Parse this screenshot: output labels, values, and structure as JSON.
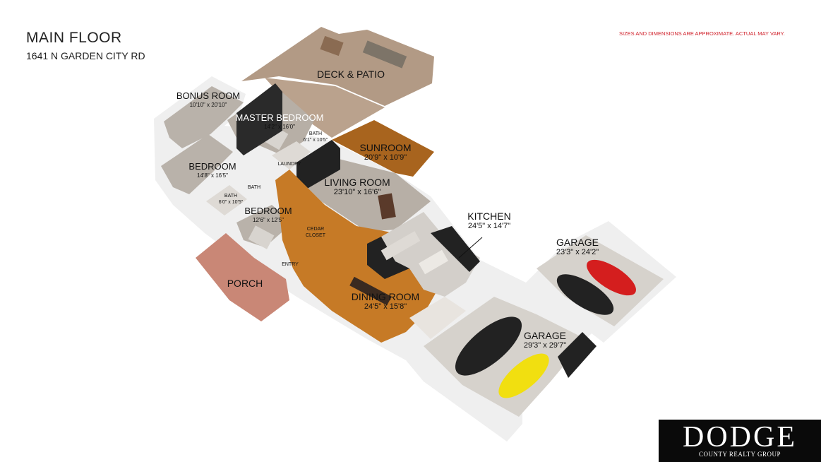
{
  "header": {
    "title": "MAIN FLOOR",
    "address": "1641 N GARDEN CITY RD",
    "disclaimer": "SIZES AND DIMENSIONS ARE APPROXIMATE. ACTUAL MAY VARY."
  },
  "rooms": {
    "deck_patio": {
      "name": "DECK & PATIO"
    },
    "bonus_room": {
      "name": "BONUS ROOM",
      "dims": "10'10\" x 20'10\""
    },
    "master_bedroom": {
      "name": "MASTER BEDROOM",
      "dims": "14'2\" x 16'0\""
    },
    "master_bath": {
      "name": "BATH",
      "dims": "6'1\" x 10'5\""
    },
    "laundry": {
      "name": "LAUNDRY"
    },
    "sunroom": {
      "name": "SUNROOM",
      "dims": "20'9\" x 10'9\""
    },
    "bedroom_1": {
      "name": "BEDROOM",
      "dims": "14'8\" x 16'5\""
    },
    "bath_small": {
      "name": "BATH"
    },
    "bath_2": {
      "name": "BATH",
      "dims": "6'0\" x 10'5\""
    },
    "living_room": {
      "name": "LIVING ROOM",
      "dims": "23'10\" x 16'6\""
    },
    "bedroom_2": {
      "name": "BEDROOM",
      "dims": "12'6\" x 12'5\""
    },
    "cedar_closet": {
      "name": "CEDAR CLOSET"
    },
    "entry": {
      "name": "ENTRY"
    },
    "kitchen": {
      "name": "KITCHEN",
      "dims": "24'5\" x 14'7\""
    },
    "porch": {
      "name": "PORCH"
    },
    "dining_room": {
      "name": "DINING ROOM",
      "dims": "24'5\" x 15'8\""
    },
    "garage_1": {
      "name": "GARAGE",
      "dims": "23'3\" x 24'2\""
    },
    "garage_2": {
      "name": "GARAGE",
      "dims": "29'3\" x 29'7\""
    }
  },
  "logo": {
    "word": "DODGE",
    "tagline": "COUNTY REALTY GROUP"
  },
  "colors": {
    "floor_wood": "#c67a26",
    "floor_dark_wood": "#a8641e",
    "carpet": "#b9b2aa",
    "deck": "#b29a85",
    "porch_brick": "#c98776",
    "garage_floor": "#d6d2cc",
    "wall_white": "#f4f4f4",
    "wall_dark": "#2a2a2a",
    "car_red": "#d41e1e",
    "car_yellow": "#f1df10",
    "car_black": "#222222",
    "disclaimer_red": "#d0202a"
  }
}
